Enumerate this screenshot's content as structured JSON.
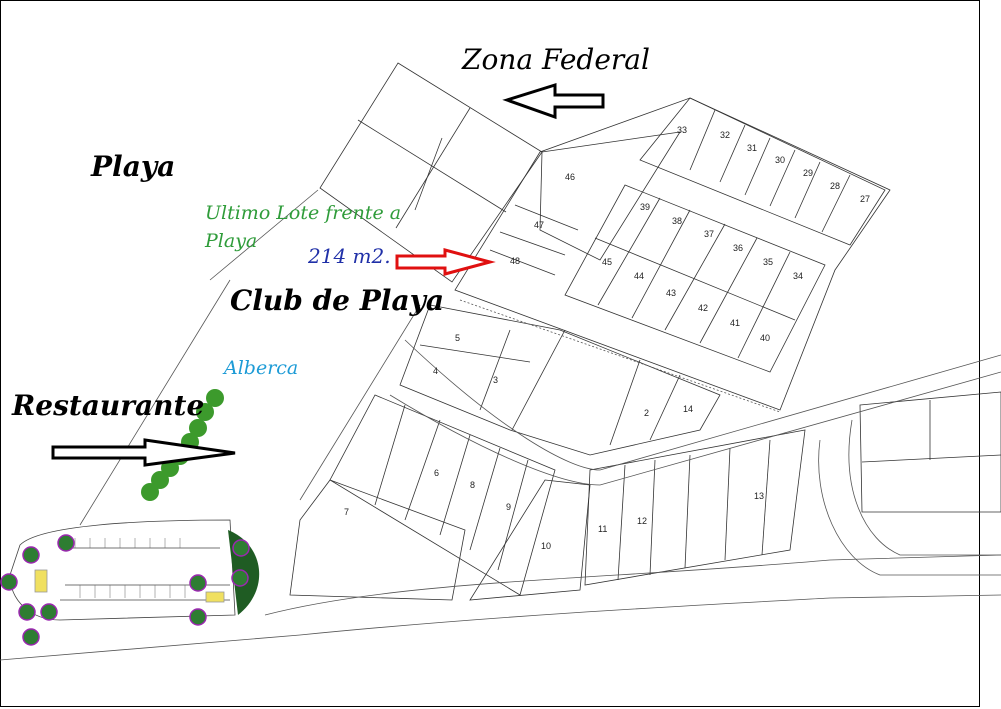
{
  "labels": {
    "zona_federal": "Zona Federal",
    "playa": "Playa",
    "ultimo_line1": "Ultimo Lote frente a",
    "ultimo_line2": "Playa",
    "area_lote": "214 m2.",
    "club": "Club de Playa",
    "alberca": "Alberca",
    "restaurante": "Restaurante"
  },
  "lots": {
    "n27": "27",
    "n28": "28",
    "n29": "29",
    "n30": "30",
    "n31": "31",
    "n32": "32",
    "n33": "33",
    "n34": "34",
    "n35": "35",
    "n36": "36",
    "n37": "37",
    "n38": "38",
    "n39": "39",
    "n40": "40",
    "n41": "41",
    "n42": "42",
    "n43": "43",
    "n44": "44",
    "n45": "45",
    "n46": "46",
    "n47": "47",
    "n48": "48",
    "n2": "2",
    "n3": "3",
    "n4": "4",
    "n5": "5",
    "n6": "6",
    "n7": "7",
    "n8": "8",
    "n9": "9",
    "n10": "10",
    "n11": "11",
    "n12": "12",
    "n13": "13",
    "n14": "14"
  },
  "colors": {
    "arrow_red": "#e01010",
    "palm_green": "#3c9a2c",
    "tree_purple": "#9b27b0",
    "green_patch": "#1f5c23"
  }
}
